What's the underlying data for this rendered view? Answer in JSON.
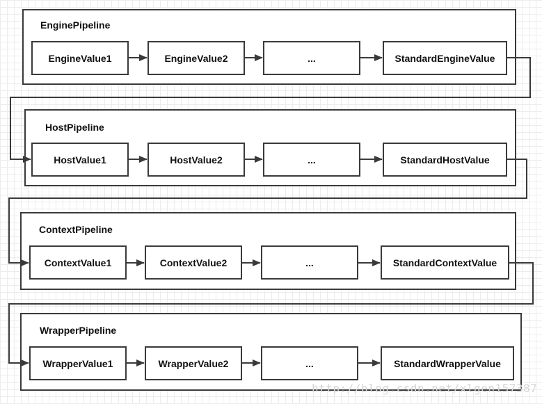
{
  "pipelines": [
    {
      "title": "EnginePipeline",
      "valves": [
        "EngineValue1",
        "EngineValue2",
        "...",
        "StandardEngineValue"
      ]
    },
    {
      "title": "HostPipeline",
      "valves": [
        "HostValue1",
        "HostValue2",
        "...",
        "StandardHostValue"
      ]
    },
    {
      "title": "ContextPipeline",
      "valves": [
        "ContextValue1",
        "ContextValue2",
        "...",
        "StandardContextValue"
      ]
    },
    {
      "title": "WrapperPipeline",
      "valves": [
        "WrapperValue1",
        "WrapperValue2",
        "...",
        "StandardWrapperValue"
      ]
    }
  ],
  "watermark": "http://blog.csdn.net/xlgen157387",
  "colors": {
    "stroke": "#3a3a3a",
    "grid": "#ececec"
  }
}
